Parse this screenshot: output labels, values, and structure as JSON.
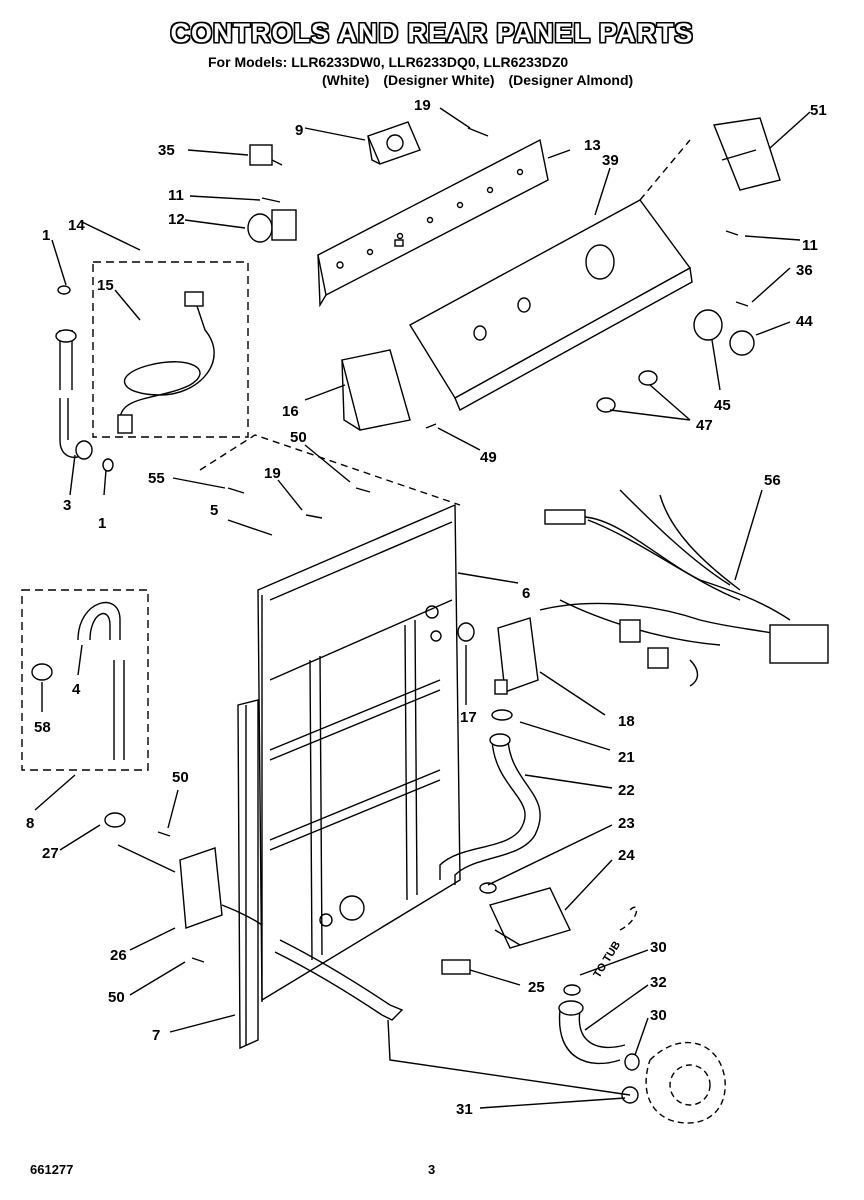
{
  "header": {
    "title": "CONTROLS AND REAR PANEL PARTS",
    "models_line": "For Models: LLR6233DW0, LLR6233DQ0, LLR6233DZ0",
    "variants": [
      "(White)",
      "(Designer White)",
      "(Designer Almond)"
    ]
  },
  "footer": {
    "doc_number": "661277",
    "page_number": "3"
  },
  "diagram": {
    "tub_label": "TO TUB",
    "callouts": [
      {
        "id": "c19a",
        "label": "19"
      },
      {
        "id": "c51",
        "label": "51"
      },
      {
        "id": "c9",
        "label": "9"
      },
      {
        "id": "c35",
        "label": "35"
      },
      {
        "id": "c13",
        "label": "13"
      },
      {
        "id": "c39",
        "label": "39"
      },
      {
        "id": "c11a",
        "label": "11"
      },
      {
        "id": "c12",
        "label": "12"
      },
      {
        "id": "c1a",
        "label": "1"
      },
      {
        "id": "c14",
        "label": "14"
      },
      {
        "id": "c11b",
        "label": "11"
      },
      {
        "id": "c36",
        "label": "36"
      },
      {
        "id": "c15",
        "label": "15"
      },
      {
        "id": "c44",
        "label": "44"
      },
      {
        "id": "c45",
        "label": "45"
      },
      {
        "id": "c16",
        "label": "16"
      },
      {
        "id": "c47",
        "label": "47"
      },
      {
        "id": "c50a",
        "label": "50"
      },
      {
        "id": "c49",
        "label": "49"
      },
      {
        "id": "c3",
        "label": "3"
      },
      {
        "id": "c1b",
        "label": "1"
      },
      {
        "id": "c55",
        "label": "55"
      },
      {
        "id": "c19b",
        "label": "19"
      },
      {
        "id": "c56",
        "label": "56"
      },
      {
        "id": "c5",
        "label": "5"
      },
      {
        "id": "c6",
        "label": "6"
      },
      {
        "id": "c4",
        "label": "4"
      },
      {
        "id": "c58",
        "label": "58"
      },
      {
        "id": "c17",
        "label": "17"
      },
      {
        "id": "c18",
        "label": "18"
      },
      {
        "id": "c21",
        "label": "21"
      },
      {
        "id": "c8",
        "label": "8"
      },
      {
        "id": "c50b",
        "label": "50"
      },
      {
        "id": "c22",
        "label": "22"
      },
      {
        "id": "c27",
        "label": "27"
      },
      {
        "id": "c23",
        "label": "23"
      },
      {
        "id": "c24",
        "label": "24"
      },
      {
        "id": "c26",
        "label": "26"
      },
      {
        "id": "c30a",
        "label": "30"
      },
      {
        "id": "c50c",
        "label": "50"
      },
      {
        "id": "c25",
        "label": "25"
      },
      {
        "id": "c32",
        "label": "32"
      },
      {
        "id": "c30b",
        "label": "30"
      },
      {
        "id": "c7",
        "label": "7"
      },
      {
        "id": "c31",
        "label": "31"
      }
    ]
  }
}
